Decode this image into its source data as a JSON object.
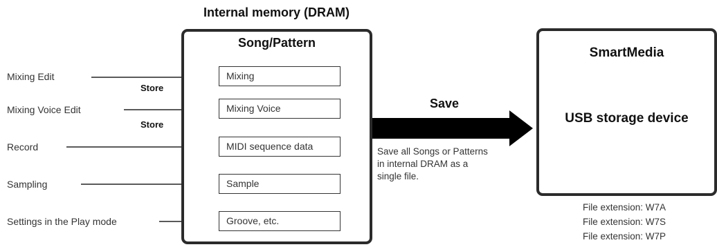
{
  "internal_memory": {
    "title": "Internal memory (DRAM)",
    "section_title": "Song/Pattern",
    "data_items": [
      {
        "label": "Mixing"
      },
      {
        "label": "Mixing Voice"
      },
      {
        "label": "MIDI sequence data"
      },
      {
        "label": "Sample"
      },
      {
        "label": "Groove, etc."
      }
    ]
  },
  "inputs": [
    {
      "label": "Mixing Edit"
    },
    {
      "label": "Mixing Voice Edit"
    },
    {
      "label": "Record"
    },
    {
      "label": "Sampling"
    },
    {
      "label": "Settings in the Play mode"
    }
  ],
  "store_labels": [
    "Store",
    "Store"
  ],
  "save": {
    "label": "Save",
    "description_lines": [
      "Save all Songs or Patterns",
      "in internal DRAM as a",
      "single file."
    ]
  },
  "storage": {
    "smartmedia_label": "SmartMedia",
    "usb_label": "USB storage device",
    "smartmedia_icon": "smartmedia-card-icon",
    "usb_icon": "usb-storage-device-icon"
  },
  "file_extensions": [
    "File extension: W7A",
    "File extension: W7S",
    "File extension: W7P"
  ]
}
